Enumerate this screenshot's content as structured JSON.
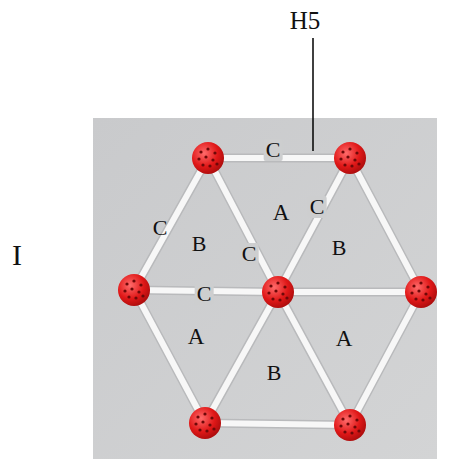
{
  "diagram": {
    "labels": [
      "H5",
      "I",
      "C",
      "A",
      "C",
      "C",
      "B",
      "C",
      "B",
      "C",
      "A",
      "A",
      "B"
    ]
  }
}
